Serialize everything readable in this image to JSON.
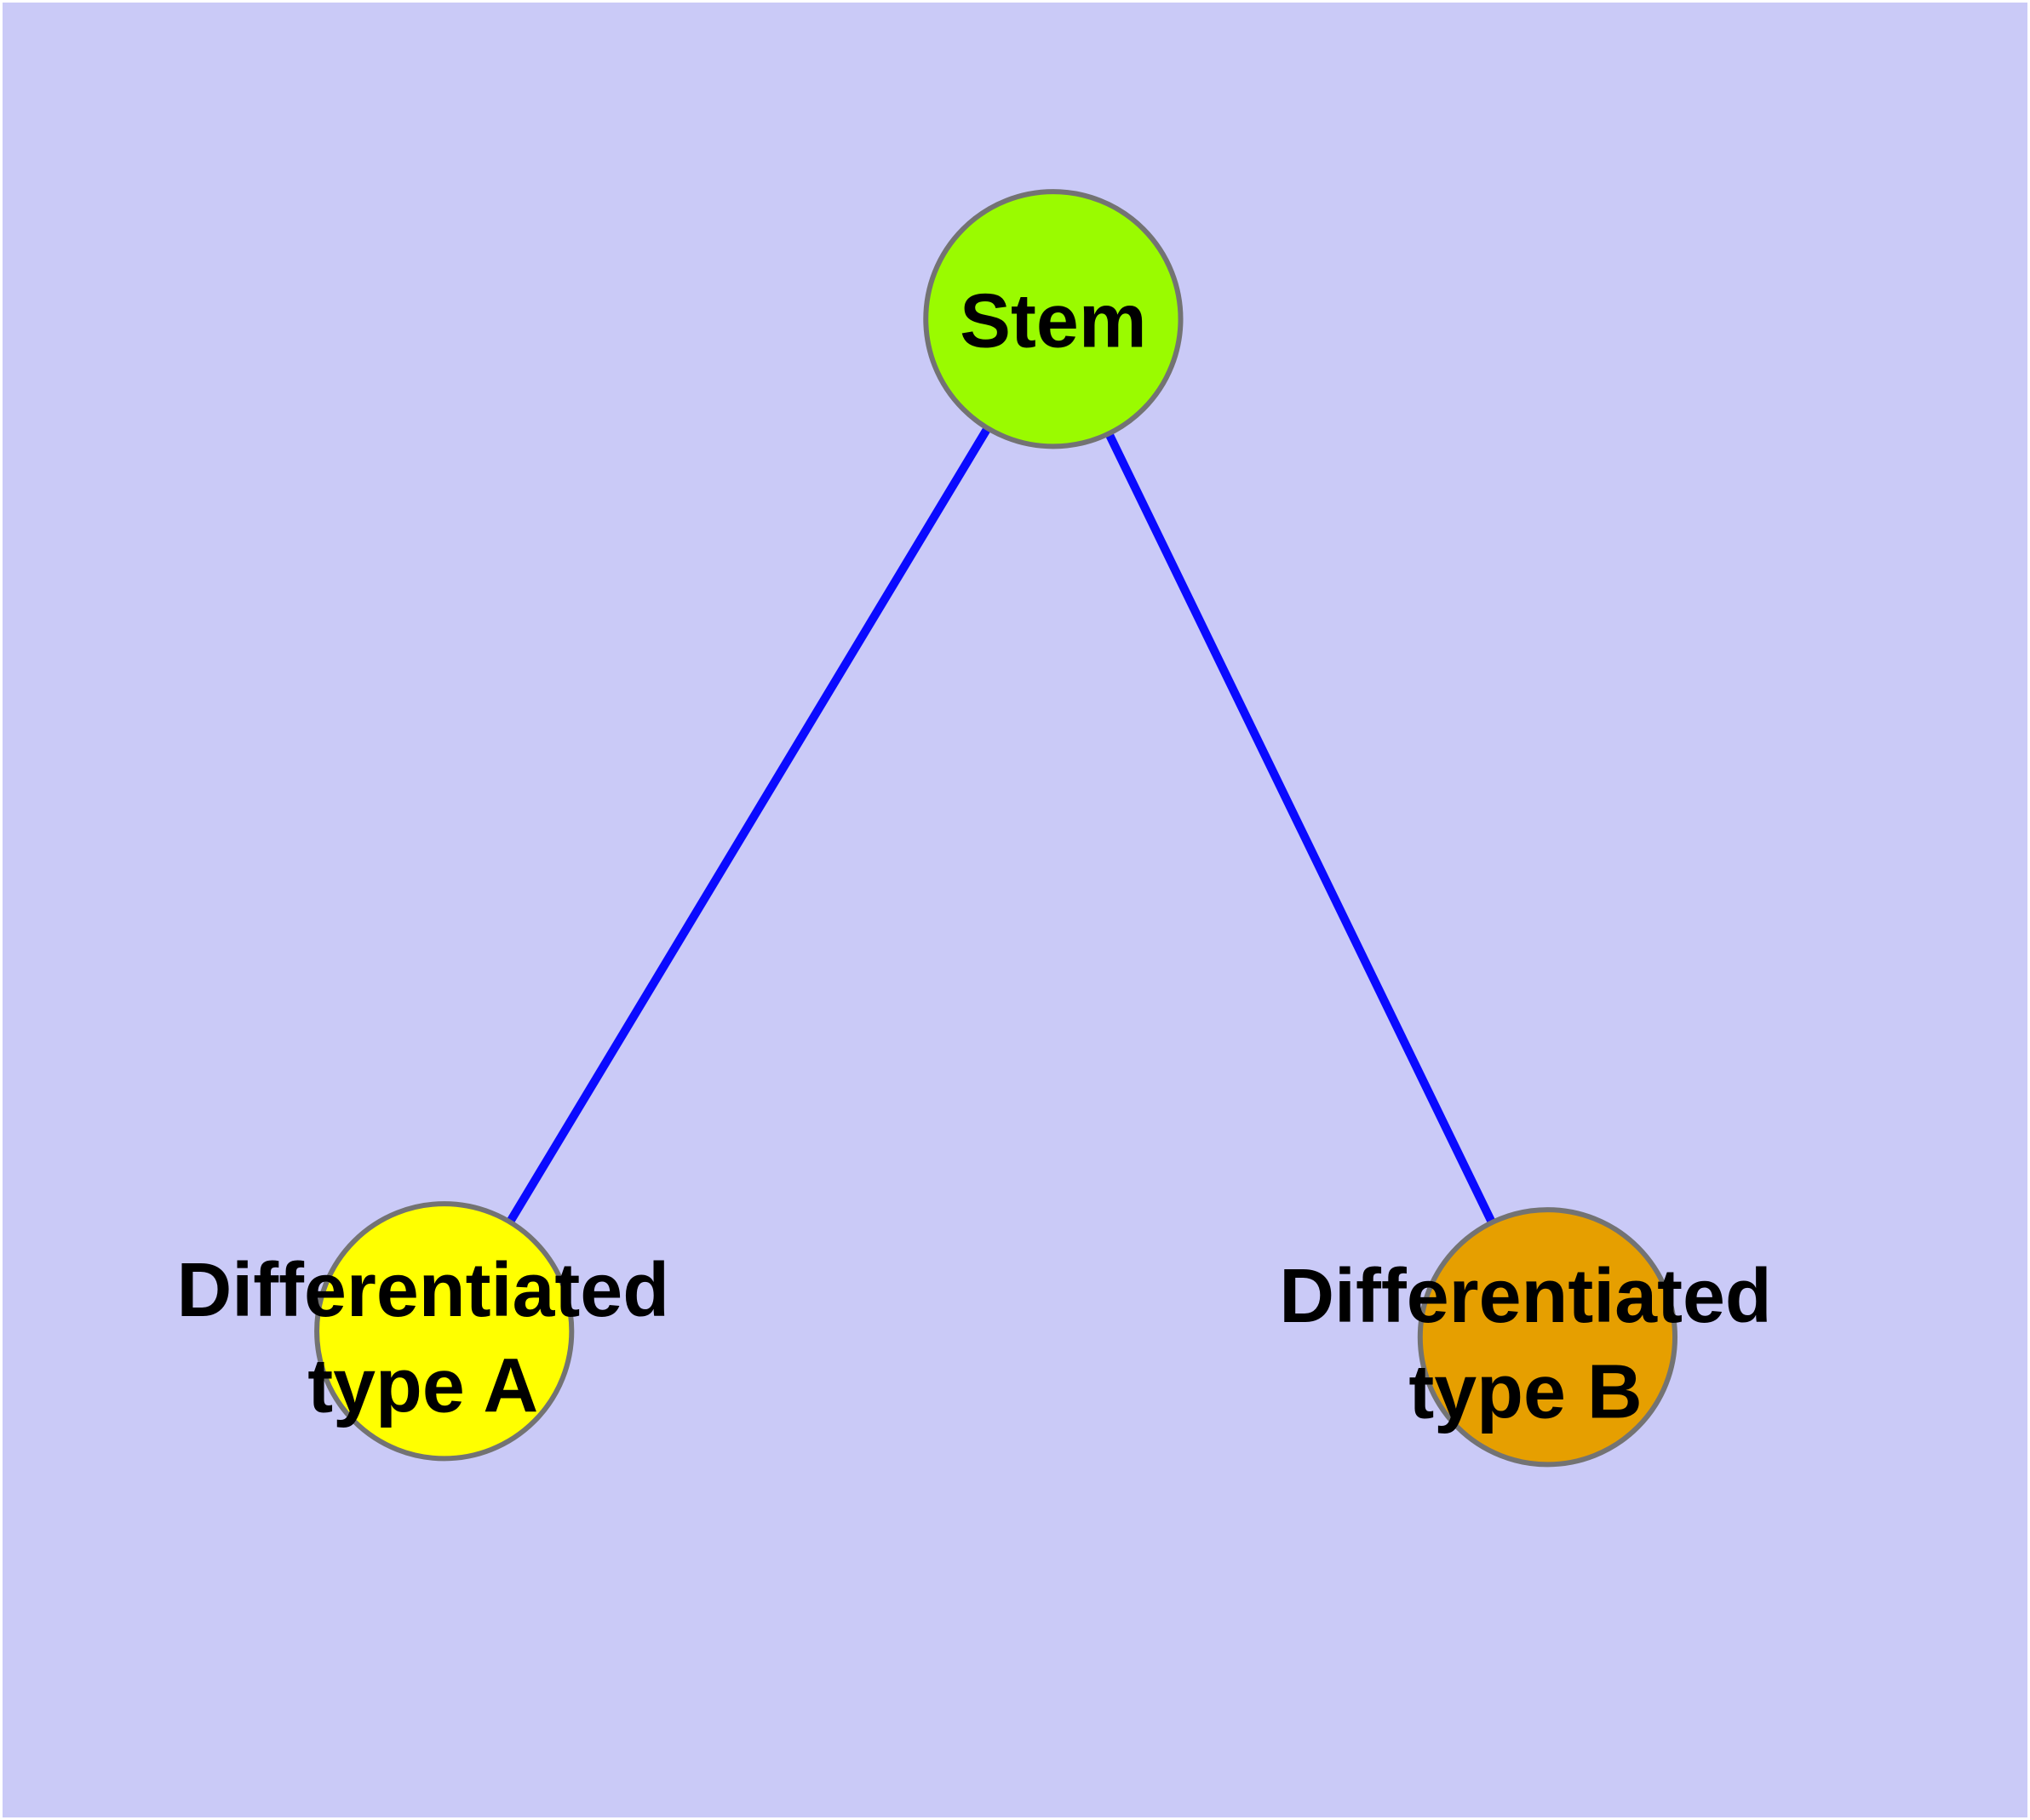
{
  "diagram": {
    "type": "graph",
    "description": "Stem cell differentiation graph: one stem node connected to two differentiated cell-type nodes",
    "background_color": "#CACAF7",
    "edge_color": "#0A0AFF",
    "node_border_color": "#737373",
    "nodes": [
      {
        "id": "stem",
        "label": "Stem",
        "color": "#9AFB00"
      },
      {
        "id": "type-a",
        "label_line1": "Differentiated",
        "label_line2": "type A",
        "color": "#FFFF00"
      },
      {
        "id": "type-b",
        "label_line1": "Differentiated",
        "label_line2": "type B",
        "color": "#E69F00"
      }
    ],
    "edges": [
      {
        "from": "Stem",
        "to": "Differentiated type A"
      },
      {
        "from": "Stem",
        "to": "Differentiated type B"
      }
    ]
  }
}
